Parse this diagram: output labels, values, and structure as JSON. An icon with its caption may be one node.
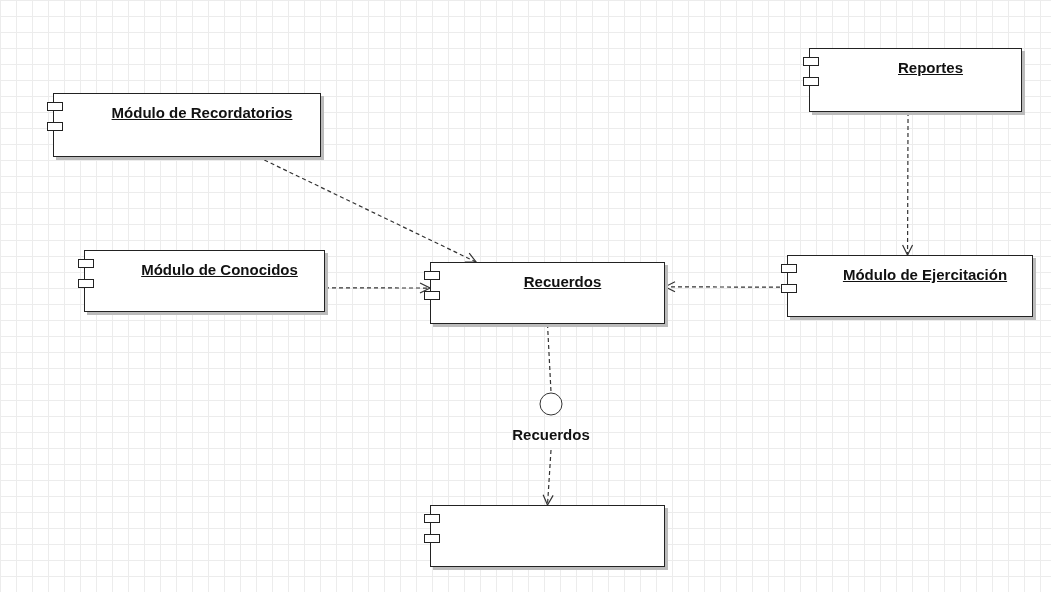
{
  "diagram": {
    "nodes": [
      {
        "text": [
          "Módulo de Recordatorios"
        ]
      },
      {
        "text": [
          "Reportes"
        ]
      },
      {
        "text": [
          "Módulo de Conocidos"
        ]
      },
      {
        "text": [
          "Recuerdos"
        ]
      },
      {
        "text": [
          "Módulo de Ejercitación"
        ]
      },
      {
        "text": [],
        "shape": "circle",
        "beside": [
          "Recuerdos"
        ]
      },
      {
        "text": [],
        "shape": "box"
      }
    ],
    "edges": [
      {
        "from": 0,
        "to": 3,
        "arrow": "to",
        "style": "dashed"
      },
      {
        "from": 1,
        "to": 4,
        "arrow": "to",
        "style": "dashed"
      },
      {
        "from": 2,
        "to": 3,
        "arrow": "to",
        "style": "dashed"
      },
      {
        "from": 4,
        "to": 3,
        "arrow": "to",
        "style": "dashed"
      },
      {
        "from": 3,
        "to": 5,
        "arrow": "none",
        "style": "dashed"
      },
      {
        "from": 5,
        "to": 6,
        "arrow": "to",
        "style": "dashed"
      }
    ]
  }
}
